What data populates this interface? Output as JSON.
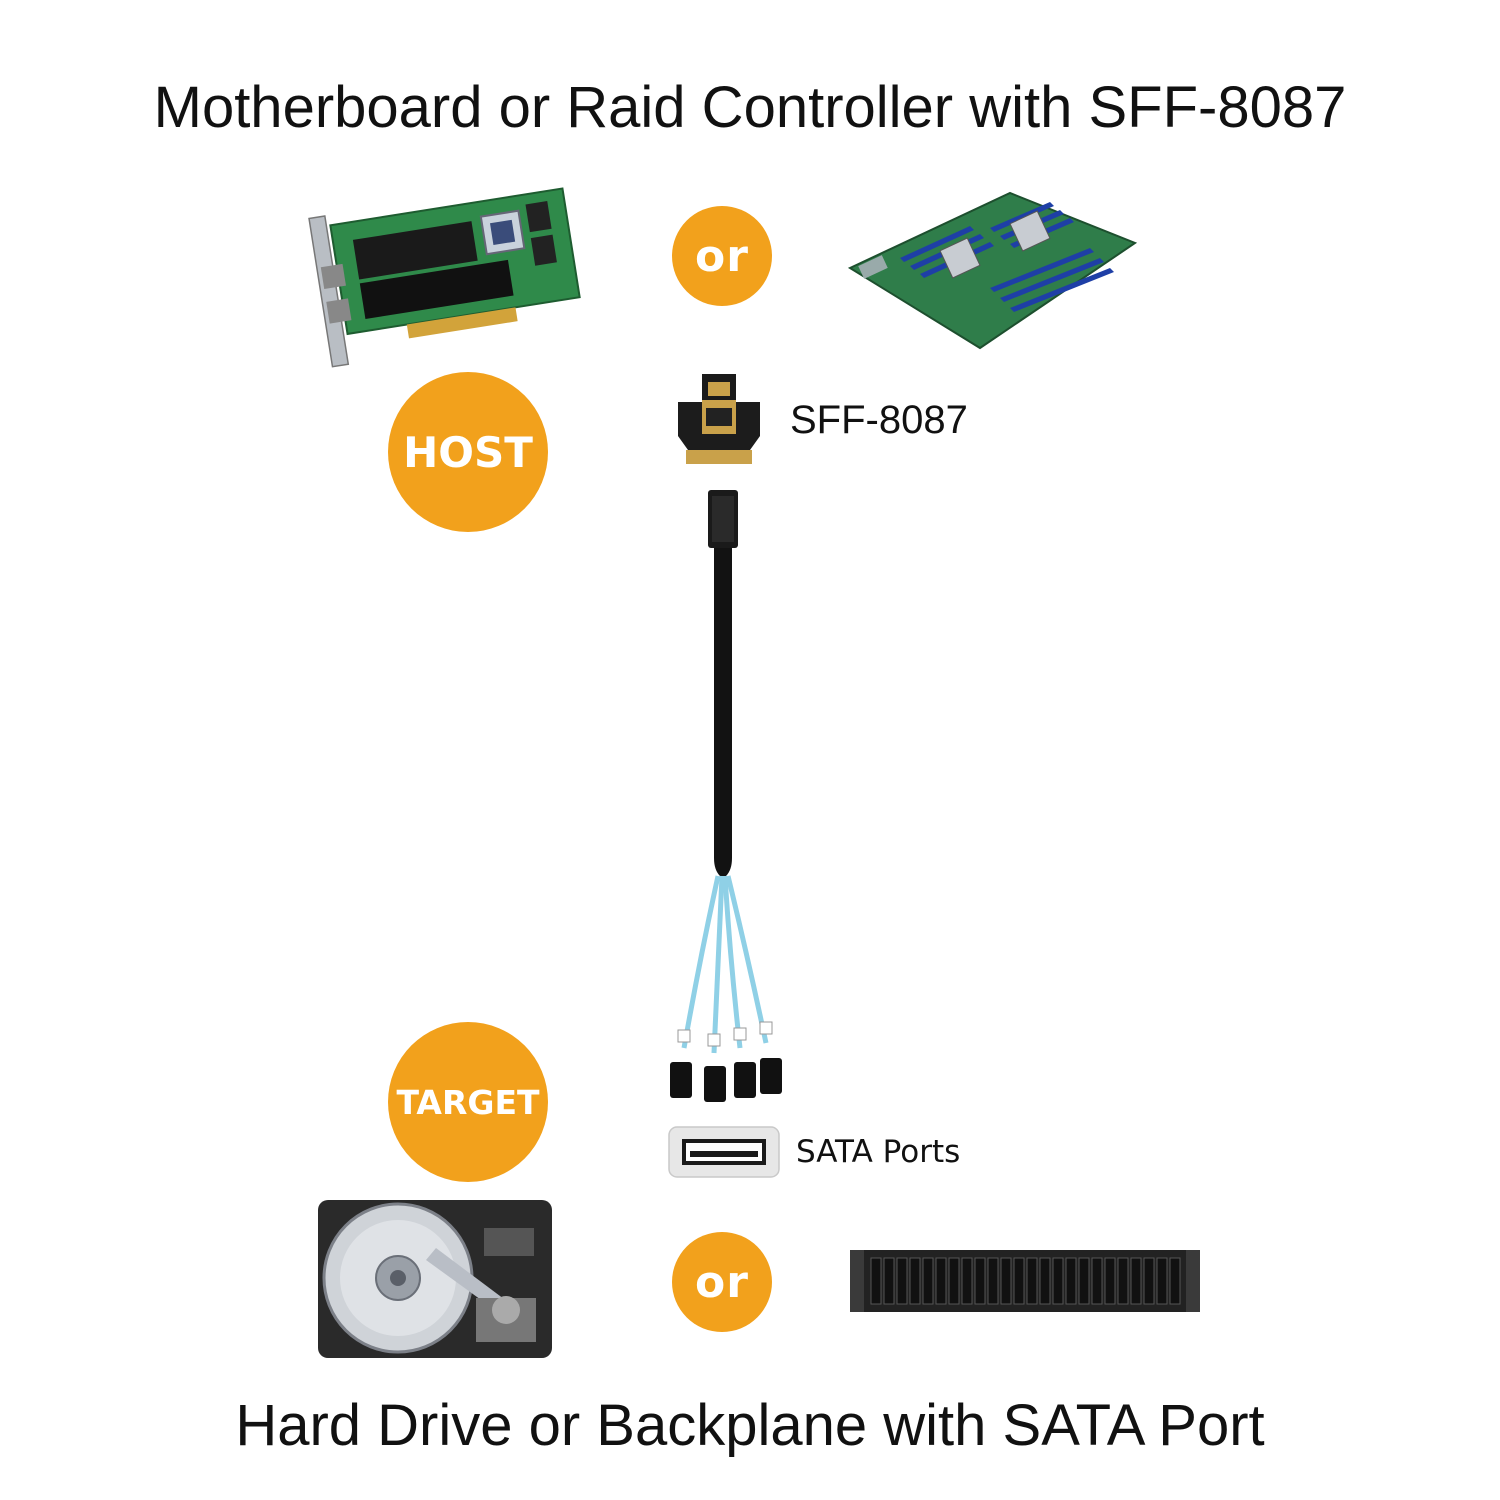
{
  "header": {
    "title": "Motherboard or Raid Controller with SFF-8087"
  },
  "footer": {
    "title": "Hard Drive or Backplane with SATA Port"
  },
  "badges": {
    "or_top": "or",
    "or_bottom": "or",
    "host": "HOST",
    "target": "TARGET"
  },
  "connectors": {
    "host_connector": "SFF-8087",
    "target_connector": "SATA Ports"
  },
  "colors": {
    "badge": "#f2a11c",
    "cable": "#8fd0e6",
    "pcb_green": "#2e8b57",
    "dimm_blue": "#1e3fa6"
  },
  "icons": {
    "raid": "raid-controller-card-icon",
    "motherboard": "server-motherboard-icon",
    "sff": "sff-8087-connector-icon",
    "cable": "breakout-cable-icon",
    "sata": "sata-port-icon",
    "hdd": "hard-drive-icon",
    "backplane": "backplane-chassis-icon"
  }
}
